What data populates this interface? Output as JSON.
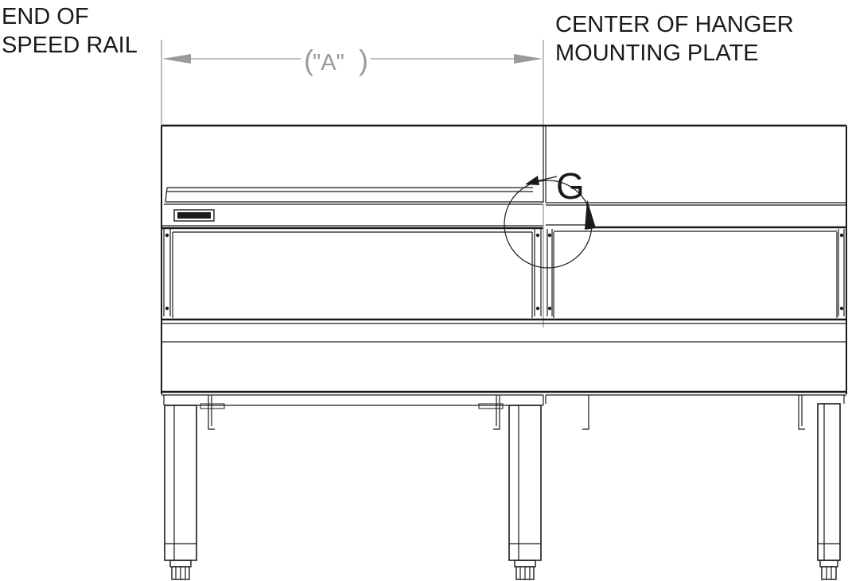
{
  "labels": {
    "end_of_speed_rail_1": "END OF",
    "end_of_speed_rail_2": "SPEED RAIL",
    "center_hanger_1": "CENTER OF HANGER",
    "center_hanger_2": "MOUNTING PLATE",
    "dimension_a": "\"A\"",
    "detail_g": "G"
  },
  "colors": {
    "line": "#1a1a1a",
    "dimension": "#9a9a9a",
    "background": "#ffffff"
  }
}
